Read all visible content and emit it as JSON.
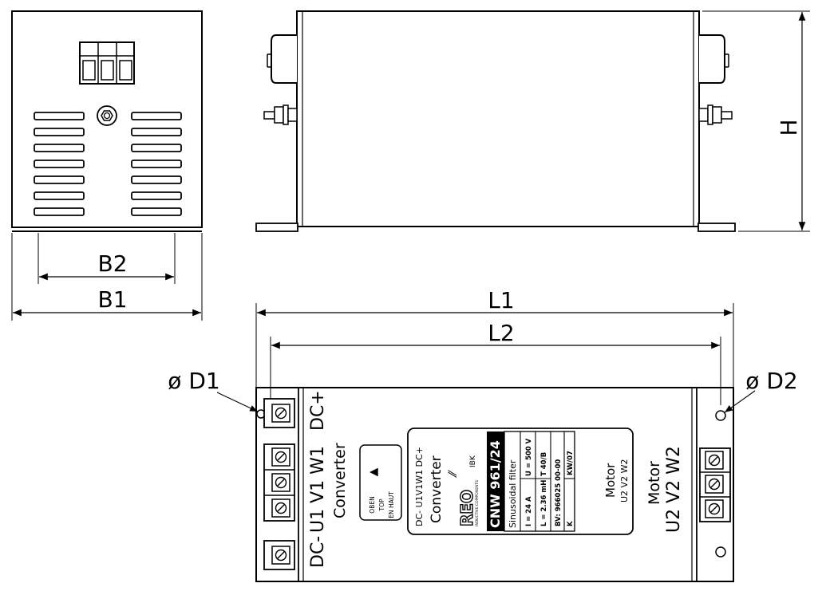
{
  "dimensions": {
    "B1": "B1",
    "B2": "B2",
    "H": "H",
    "L1": "L1",
    "L2": "L2",
    "D1": "ø D1",
    "D2": "ø D2"
  },
  "terminals": {
    "dc_plus": "DC+",
    "dc_minus": "DC-",
    "converter_side": "U1  V1  W1",
    "converter_label": "Converter",
    "motor_side": "U2  V2  W2",
    "motor_label": "Motor"
  },
  "orientation_sticker": {
    "arrow": "▲",
    "line1": "OBEN",
    "line2": "TOP",
    "line3": "EN HAUT"
  },
  "nameplate": {
    "terminal_order": "DC-  U1V1W1 DC+",
    "converter": "Converter",
    "motor": "Motor",
    "motor_terminals": "U2  V2  W2",
    "logo": "REO",
    "logo_sub": "INDUCTIVE COMPONENTS",
    "model": "CNW 961/24",
    "type": "Sinusoidal filter",
    "current": "I = 24 A",
    "inductance": "L = 2.36 mH",
    "bv": "BV: 966025 00-00",
    "k": "K",
    "voltage": "U = 500 V",
    "temp": "T 40/B",
    "week": "KW/07",
    "cert": "IBK"
  }
}
